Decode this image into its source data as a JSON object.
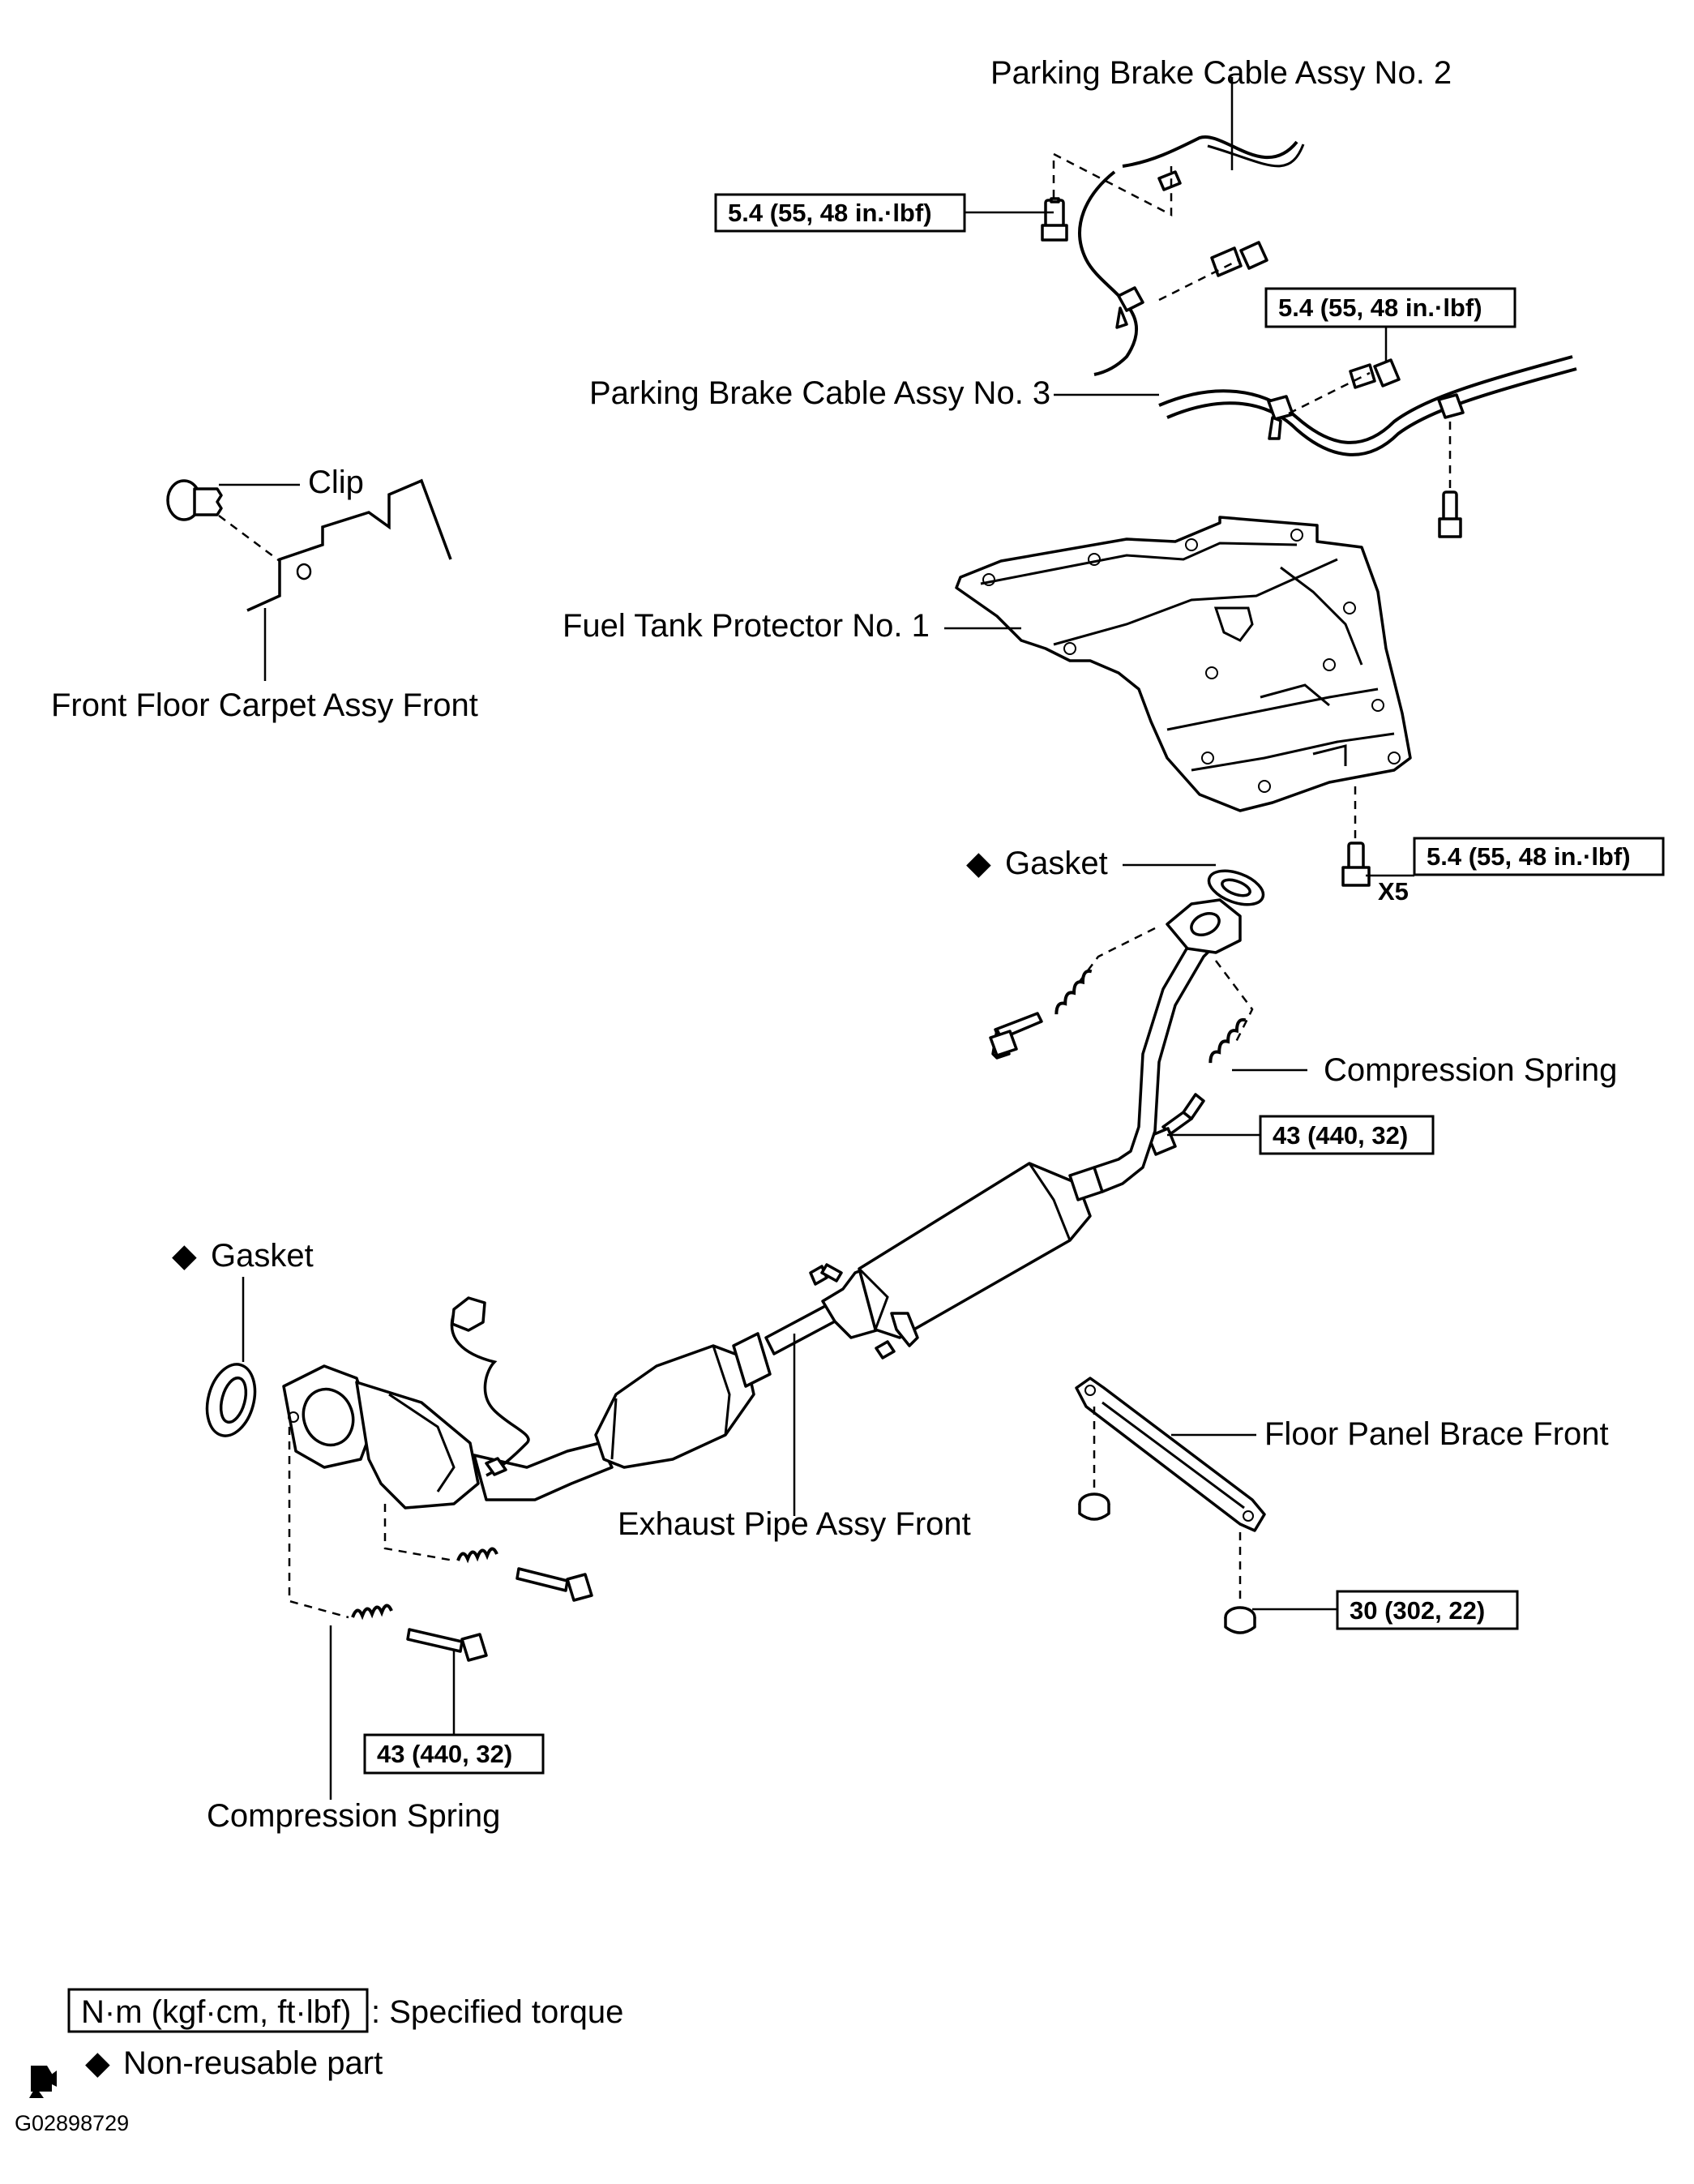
{
  "labels": {
    "parking_brake_cable_no2": "Parking Brake Cable Assy No. 2",
    "parking_brake_cable_no3": "Parking Brake Cable Assy No. 3",
    "clip": "Clip",
    "front_floor_carpet": "Front Floor Carpet Assy Front",
    "fuel_tank_protector": "Fuel Tank Protector No. 1",
    "gasket_rear": "Gasket",
    "gasket_front": "Gasket",
    "compression_spring_right": "Compression Spring",
    "compression_spring_bottom": "Compression Spring",
    "exhaust_pipe": "Exhaust Pipe Assy Front",
    "floor_panel_brace": "Floor Panel Brace Front",
    "x5": "X5"
  },
  "torques": {
    "cable_no2": "5.4 (55, 48 in.·lbf)",
    "cable_no3": "5.4 (55, 48 in.·lbf)",
    "protector": "5.4 (55, 48 in.·lbf)",
    "exhaust_upper": "43 (440, 32)",
    "exhaust_lower": "43 (440, 32)",
    "brace": "30 (302, 22)"
  },
  "legend": {
    "unit_box": "N·m (kgf·cm, ft·lbf)",
    "specified_torque": ": Specified torque",
    "non_reusable": "Non-reusable part",
    "figure_id": "G02898729"
  },
  "icons": {
    "non_reusable_marker": "diamond-icon",
    "legend_symbol": "non-reusable-symbol-icon"
  }
}
